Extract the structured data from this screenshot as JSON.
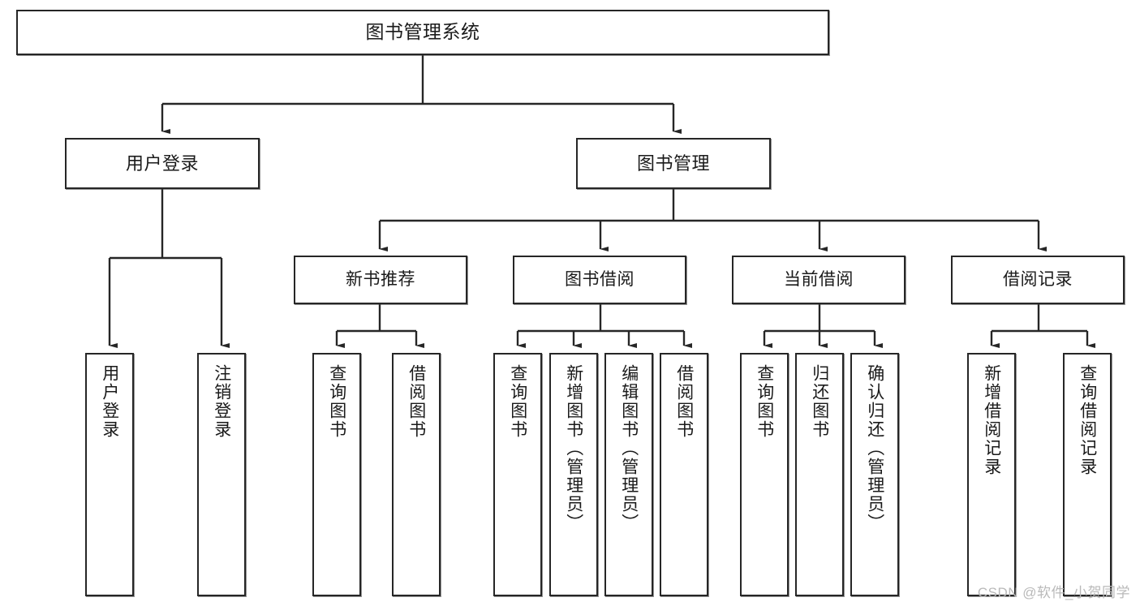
{
  "diagram": {
    "title": "图书管理系统",
    "watermark": "CSDN @软件_小贺同学",
    "line_color": "#262626",
    "box_fill": "#ffffff",
    "text_color": "#1a1a1a",
    "nodes": {
      "root": {
        "label": "图书管理系统"
      },
      "level2": [
        {
          "id": "user-login",
          "label": "用户登录"
        },
        {
          "id": "book-management",
          "label": "图书管理"
        }
      ],
      "level3": [
        {
          "id": "new-book-recommend",
          "label": "新书推荐"
        },
        {
          "id": "book-borrow",
          "label": "图书借阅"
        },
        {
          "id": "current-borrow",
          "label": "当前借阅"
        },
        {
          "id": "borrow-record",
          "label": "借阅记录"
        }
      ],
      "leaves": [
        {
          "id": "user-login-leaf",
          "label": "用户登录",
          "parent": "user-login"
        },
        {
          "id": "logout-leaf",
          "label": "注销登录",
          "parent": "user-login"
        },
        {
          "id": "query-book-recommend",
          "label": "查询图书",
          "parent": "new-book-recommend"
        },
        {
          "id": "borrow-book-recommend",
          "label": "借阅图书",
          "parent": "new-book-recommend"
        },
        {
          "id": "query-book-borrow",
          "label": "查询图书",
          "parent": "book-borrow"
        },
        {
          "id": "add-book-admin",
          "label": "新增图书（管理员）",
          "parent": "book-borrow"
        },
        {
          "id": "edit-book-admin",
          "label": "编辑图书（管理员）",
          "parent": "book-borrow"
        },
        {
          "id": "borrow-book",
          "label": "借阅图书",
          "parent": "book-borrow"
        },
        {
          "id": "query-book-current",
          "label": "查询图书",
          "parent": "current-borrow"
        },
        {
          "id": "return-book",
          "label": "归还图书",
          "parent": "current-borrow"
        },
        {
          "id": "confirm-return-admin",
          "label": "确认归还（管理员）",
          "parent": "current-borrow"
        },
        {
          "id": "add-borrow-record",
          "label": "新增借阅记录",
          "parent": "borrow-record"
        },
        {
          "id": "query-borrow-record",
          "label": "查询借阅记录",
          "parent": "borrow-record"
        }
      ]
    }
  }
}
